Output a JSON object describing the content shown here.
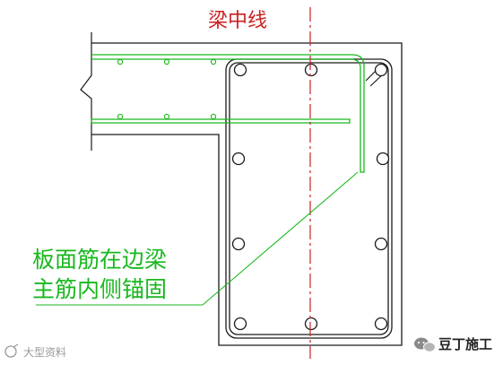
{
  "diagram": {
    "centerline_label": "梁中线",
    "annotation_line1": "板面筋在边梁",
    "annotation_line2": "主筋内侧锚固",
    "watermark_left": "大型资料",
    "brand_label": "豆丁施工"
  },
  "colors": {
    "outline": "#1a1a1a",
    "rebar": "#19b81e",
    "centerline": "#cc2020",
    "text_green": "#19b81e",
    "text_red": "#cc2020"
  },
  "icons": {
    "brand": "wechat-icon",
    "watermark": "logo-icon"
  }
}
